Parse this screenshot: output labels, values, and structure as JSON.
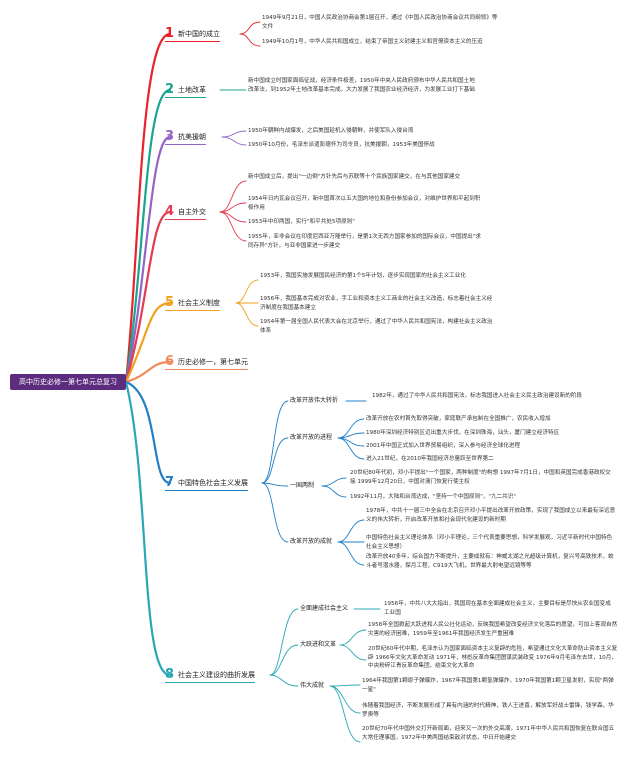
{
  "root": "高中历史必修一第七单元总复习",
  "colors": {
    "b1": "#e8232a",
    "b2": "#1aa58f",
    "b3": "#9464c6",
    "b4": "#e23c53",
    "b5": "#efa21f",
    "b6": "#f08a5d",
    "b7": "#1f7fc8",
    "b8": "#29a8b4",
    "root": "#5c2d7e"
  },
  "branches": {
    "b1": {
      "num": "1",
      "title": "新中国的成立",
      "leaves": [
        "1949年9月21日，中国人民政治协商会第1届召开，通过《中国人民政治协商会议共同纲领》等文件",
        "1949年10月1号，中华人民共和国成立，结束了帝国主义封建主义和官僚资本主义的压迫"
      ]
    },
    "b2": {
      "num": "2",
      "title": "土地改革",
      "leaves": [
        "新中国成立时国家面临征战，经济条件极差，1950年中央人民政府颁布中华人民共和国土地改革法，到1952年土地改革基本完成，大力发展了我国农业经济经济，为发展工业打下基础"
      ]
    },
    "b3": {
      "num": "3",
      "title": "抗美援朝",
      "leaves": [
        "1950年朝鲜内战爆发，之后美国趁机入侵朝鲜，并使军队入侵台湾",
        "1950年10月份，毛泽东派遣彭德怀为司令员，抗美援朝，1953年美国停战"
      ]
    },
    "b4": {
      "num": "4",
      "title": "自主外交",
      "leaves": [
        "新中国成立后，提出\"一边倒\"方针先后与苏联等十个民族国家建交，在与其他国家建交",
        "1954年日内瓦会议召开，新中国首次以五大国的地位和身份参加会议，对维护世界和平起到积极作用",
        "1953年中印两国，实行\"和平共处5项原则\"",
        "1955年，亚非会议在印度尼西亚万隆举行，是第1次无西方国家参加的国际会议，中国提出\"求同存异\"方针，与亚非国家进一步建交"
      ]
    },
    "b5": {
      "num": "5",
      "title": "社会主义制度",
      "leaves": [
        "1953年，我国实施发展国民经济的第1个5年计划，逐步实现国家的社会主义工业化",
        "1956年，我国基本完成对农业，手工业和资本主义工商业的社会主义改造，标志着社会主义经济制度在我国基本建立",
        "1954年第一届全国人民代表大会在北京举行，通过了中华人民共和国宪法，构建社会主义政治体系"
      ]
    },
    "b6": {
      "num": "6",
      "title": "历史必修一，第七单元"
    },
    "b7": {
      "num": "7",
      "title": "中国特色社会主义发展",
      "subs": [
        {
          "label": "改革开放伟大转折",
          "leaves": [
            "1982年，通过了中华人民共和国宪法，标志我国进入社会主义民主政治建设新的阶段"
          ]
        },
        {
          "label": "改革开放的进程",
          "leaves": [
            "改革开放在农村首先取得突破，家庭联产承包制在全国推广，农民收入增加",
            "1980年深圳经济特别区迈出重大步伐，在深圳珠海，汕头，厦门建立经济特区",
            "2001年中国正式加入世界贸易组织，深入参与经济全球化进程",
            "进入21世纪，在2010年我国经济总量跃至世界第二"
          ]
        },
        {
          "label": "一国两制",
          "leaves": [
            "20世纪80年代初，邓小平提出\"一个国家，两种制度\"的构想 1997年7月1日，中国和英国完成香港政权交接 1999年12月20日，中国对澳门恢复行使主权",
            "1992年11月，大陆和台湾达成，\"坚持一个中国原则\"，\"九二共识\""
          ]
        },
        {
          "label": "改革开放的成就",
          "leaves": [
            "1978年，中共十一届三中全会在北京召开邓小平提出改革开放政策，实现了我国成立以来最有深远意义的伟大转折，开启改革开放和社会现代化建设的新时期",
            "中国特色社会主义理论体系（邓小平理论，三个代表重要思想，科学发展观，习近平新时代中国特色社会主义思想）",
            "改革开放40多年，综合国力不断提升，主要成就有：神威太湖之光超级计算机，复兴号高铁技术，蛟斗者号潜水器，探月工程，C919大飞机，世界最大射电望远镜等等"
          ]
        }
      ]
    },
    "b8": {
      "num": "8",
      "title": "社会主义建设的曲折发展",
      "subs": [
        {
          "label": "全面建成社会主义",
          "leaves": [
            "1956年，中共八大大指出，我国现在基本全面建成社会主义，主要目标是尽快从农业国变成工业国"
          ]
        },
        {
          "label": "大跃进和文革",
          "leaves": [
            "1958年全国掀起大跃进和人民公社化运动，反映我国希望改变经济文化落后的愿望，可加上客观自然灾害的经济困难，1959年至1961年我国经济发生严重困难",
            "20世纪60年代中期，毛泽东认为国家面临资本主义复辟的危险，希望通过文化大革命防止资本主义复辟 1966年文化大革命发动 1971年，林彪反革命集团图谋武装政变 1976年9月毛泽东去世，10月，中央粉碎江青反革命集团，结束文化大革命"
          ]
        },
        {
          "label": "伟大成就",
          "leaves": [
            "1964年我国第1颗原子弹爆炸，1967年我国第1颗氢弹爆炸，1970年我国第1颗卫星发射，实现\"两弹一星\"",
            "伟随着我国经济，不断发展形成了具有内涵的时代精神，铁人王进喜，解放军好战士雷锋，钱学森，华罗庚等",
            "20世纪70年代中国外交打开新局面，迎来又一次的外交高潮，1971年中华人民共和国恢复在联合国五大常任理事国，1972年中美两国结束敌对状态，中日开始建交"
          ]
        }
      ]
    }
  }
}
